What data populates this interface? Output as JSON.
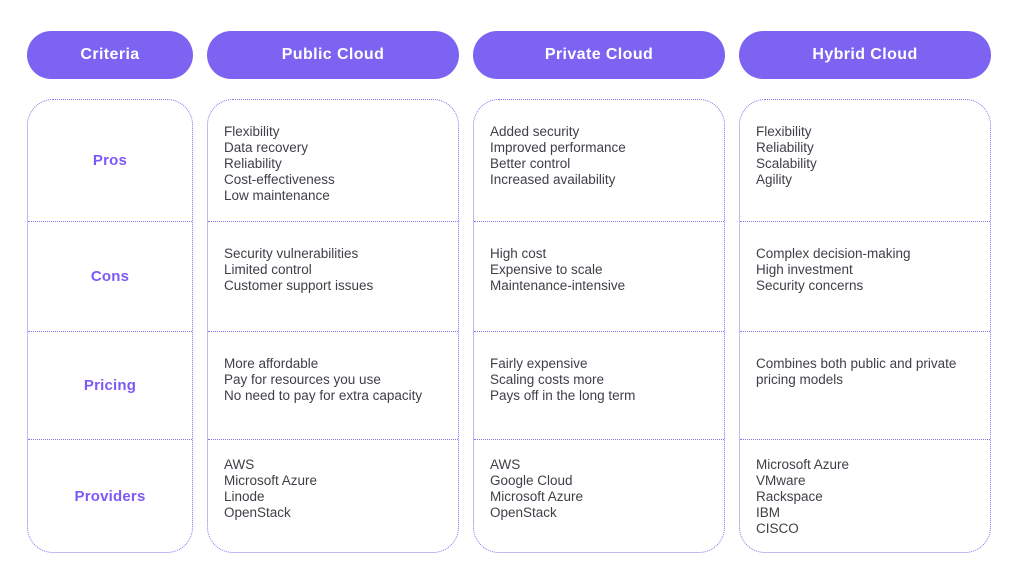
{
  "colors": {
    "accent": "#7C63F2",
    "label_text": "#7C5AF6",
    "border": "#8273EE",
    "body_text": "#3F4047",
    "header_text": "#FFFFFF",
    "background": "#FFFFFF"
  },
  "table": {
    "columns": [
      {
        "header": "Criteria",
        "rows": [
          "Pros",
          "Cons",
          "Pricing",
          "Providers"
        ]
      },
      {
        "header": "Public Cloud",
        "cells": [
          [
            "Flexibility",
            "Data recovery",
            "Reliability",
            "Cost-effectiveness",
            "Low maintenance"
          ],
          [
            "Security vulnerabilities",
            "Limited control",
            "Customer support issues"
          ],
          [
            "More affordable",
            "Pay for resources you use",
            "No need to pay for extra capacity"
          ],
          [
            "AWS",
            "Microsoft Azure",
            "Linode",
            "OpenStack"
          ]
        ]
      },
      {
        "header": "Private Cloud",
        "cells": [
          [
            "Added security",
            "Improved performance",
            "Better control",
            "Increased availability"
          ],
          [
            "High cost",
            "Expensive to scale",
            "Maintenance-intensive"
          ],
          [
            "Fairly expensive",
            "Scaling costs more",
            "Pays off in the long term"
          ],
          [
            "AWS",
            "Google Cloud",
            "Microsoft Azure",
            "OpenStack"
          ]
        ]
      },
      {
        "header": "Hybrid Cloud",
        "cells": [
          [
            "Flexibility",
            "Reliability",
            "Scalability",
            "Agility"
          ],
          [
            "Complex decision-making",
            "High investment",
            "Security concerns"
          ],
          [
            "Combines both public and private pricing models"
          ],
          [
            "Microsoft Azure",
            "VMware",
            "Rackspace",
            "IBM",
            "CISCO"
          ]
        ]
      }
    ]
  }
}
